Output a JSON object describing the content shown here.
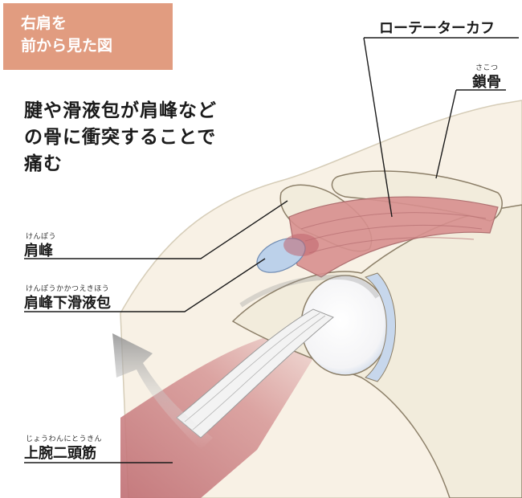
{
  "badge": {
    "line1": "右肩を",
    "line2": "前から見た図"
  },
  "headline": {
    "line1": "腱や滑液包が肩峰など",
    "line2": "の骨に衝突することで",
    "line3": "痛む"
  },
  "labels": {
    "rotator_cuff": "ローテーターカフ",
    "clavicle": "鎖骨",
    "clavicle_ruby": "さこつ",
    "acromion": "肩峰",
    "acromion_ruby": "けんぽう",
    "bursa": "肩峰下滑液包",
    "bursa_ruby": "けんぽうかかつえきほう",
    "biceps": "上腕二頭筋",
    "biceps_ruby": "じょうわんにとうきん"
  },
  "colors": {
    "badge": "#e19c80",
    "bone": "#f2ecdc",
    "muscle": "#c97b7d",
    "bursa": "#bcd1ea",
    "line": "#1a1a1a"
  }
}
